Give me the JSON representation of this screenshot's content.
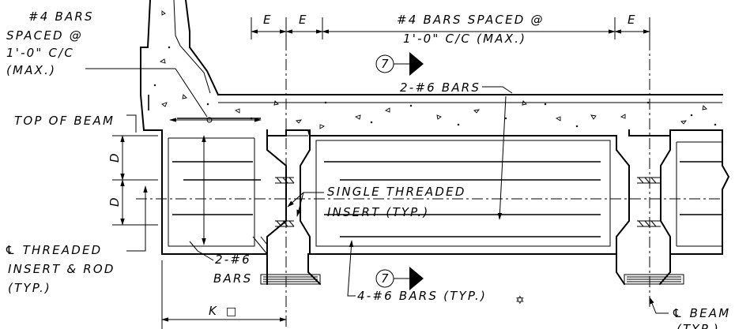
{
  "labels": {
    "top_left_bars": [
      "#4 BARS",
      "SPACED @",
      "1'-0\" C/C",
      "(MAX.)"
    ],
    "top_center_bars": [
      "#4 BARS SPACED @",
      "1'-0\" C/C (MAX.)"
    ],
    "dim_e": "E",
    "top_of_beam": "TOP OF BEAM",
    "dim_d": "D",
    "two_no6_top": "2-#6 BARS",
    "section_mark": "7",
    "single_insert": [
      "SINGLE THREADED",
      "INSERT (TYP.)"
    ],
    "cl_insert": [
      "℄ THREADED",
      "INSERT & ROD",
      "(TYP.)"
    ],
    "two_no6_bottom": [
      "2-#6",
      "BARS"
    ],
    "four_no6": "4-#6 BARS (TYP.)",
    "star_symbol": "✡",
    "dim_k": "K",
    "k_box_symbol": "□",
    "cl_beam": [
      "℄ BEAM",
      "(TYP.)"
    ]
  }
}
